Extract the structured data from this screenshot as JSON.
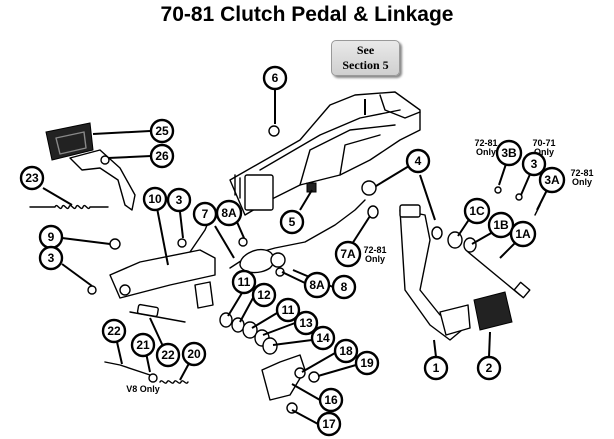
{
  "title": "70-81 Clutch Pedal & Linkage",
  "see_box": {
    "line1": "See",
    "line2": "Section 5"
  },
  "notes": {
    "n72_81_3b_a": "72-81",
    "n72_81_3b_b": "Only",
    "n70_71_a": "70-71",
    "n70_71_b": "Only",
    "n72_81_3a_a": "72-81",
    "n72_81_3a_b": "Only",
    "n72_81_7a_a": "72-81",
    "n72_81_7a_b": "Only",
    "v8_only": "V8 Only"
  },
  "callouts": [
    {
      "id": "c25",
      "label": "25"
    },
    {
      "id": "c26",
      "label": "26"
    },
    {
      "id": "c23",
      "label": "23"
    },
    {
      "id": "c10",
      "label": "10"
    },
    {
      "id": "c3a",
      "label": "3"
    },
    {
      "id": "c9",
      "label": "9"
    },
    {
      "id": "c3b",
      "label": "3"
    },
    {
      "id": "c6",
      "label": "6"
    },
    {
      "id": "c7",
      "label": "7"
    },
    {
      "id": "c8A1",
      "label": "8A"
    },
    {
      "id": "c5",
      "label": "5"
    },
    {
      "id": "c4",
      "label": "4"
    },
    {
      "id": "c7A",
      "label": "7A"
    },
    {
      "id": "c8A2",
      "label": "8A"
    },
    {
      "id": "c8",
      "label": "8"
    },
    {
      "id": "c11a",
      "label": "11"
    },
    {
      "id": "c12",
      "label": "12"
    },
    {
      "id": "c11b",
      "label": "11"
    },
    {
      "id": "c13",
      "label": "13"
    },
    {
      "id": "c14",
      "label": "14"
    },
    {
      "id": "c18",
      "label": "18"
    },
    {
      "id": "c19",
      "label": "19"
    },
    {
      "id": "c16",
      "label": "16"
    },
    {
      "id": "c17",
      "label": "17"
    },
    {
      "id": "c22a",
      "label": "22"
    },
    {
      "id": "c21",
      "label": "21"
    },
    {
      "id": "c22b",
      "label": "22"
    },
    {
      "id": "c20",
      "label": "20"
    },
    {
      "id": "c3B",
      "label": "3B"
    },
    {
      "id": "c3c",
      "label": "3"
    },
    {
      "id": "c3A",
      "label": "3A"
    },
    {
      "id": "c1C",
      "label": "1C"
    },
    {
      "id": "c1B",
      "label": "1B"
    },
    {
      "id": "c1A",
      "label": "1A"
    },
    {
      "id": "c1",
      "label": "1"
    },
    {
      "id": "c2",
      "label": "2"
    }
  ]
}
